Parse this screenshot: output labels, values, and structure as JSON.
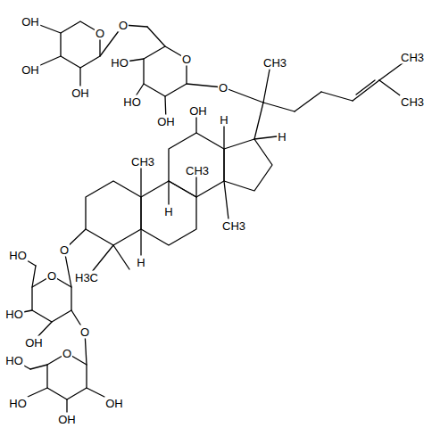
{
  "diagram": {
    "labels": [
      "O",
      "CH3",
      "OH",
      "O",
      "CH3",
      "O",
      "HO",
      "OH",
      "O",
      "OH",
      "CH3",
      "HO",
      "OH",
      "OH",
      "H",
      "H",
      "CH3",
      "CH3",
      "H",
      "CH3",
      "O",
      "H",
      "HO",
      "H3C",
      "O",
      "HO",
      "O",
      "OH",
      "O",
      "HO",
      "HO",
      "OH",
      "OH"
    ]
  }
}
